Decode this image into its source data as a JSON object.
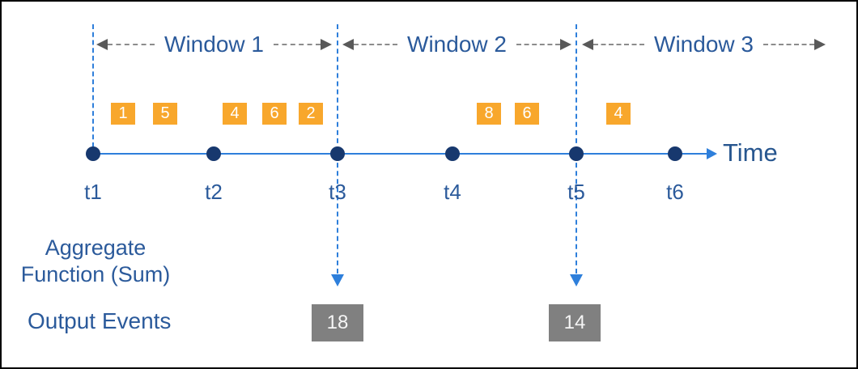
{
  "diagram": {
    "windows": [
      {
        "label": "Window 1"
      },
      {
        "label": "Window 2"
      },
      {
        "label": "Window 3"
      }
    ],
    "time_axis": {
      "label": "Time"
    },
    "ticks": [
      {
        "label": "t1"
      },
      {
        "label": "t2"
      },
      {
        "label": "t3"
      },
      {
        "label": "t4"
      },
      {
        "label": "t5"
      },
      {
        "label": "t6"
      }
    ],
    "events": [
      {
        "value": "1",
        "window": "Window 1"
      },
      {
        "value": "5",
        "window": "Window 1"
      },
      {
        "value": "4",
        "window": "Window 1"
      },
      {
        "value": "6",
        "window": "Window 1"
      },
      {
        "value": "2",
        "window": "Window 1"
      },
      {
        "value": "8",
        "window": "Window 2"
      },
      {
        "value": "6",
        "window": "Window 2"
      },
      {
        "value": "4",
        "window": "Window 3"
      }
    ],
    "labels": {
      "aggregate_line1": "Aggregate",
      "aggregate_line2": "Function (Sum)",
      "output_events": "Output Events"
    },
    "outputs": [
      {
        "value": "18",
        "at_tick": "t3"
      },
      {
        "value": "14",
        "at_tick": "t5"
      }
    ],
    "colors": {
      "event_box_orange": "#F8A72C",
      "output_box_gray": "#808080",
      "timeline_blue": "#2E7FDB",
      "dot_navy": "#17386E",
      "text_navy": "#2B5A9B",
      "arrowhead_gray": "#595959",
      "dash_gray": "#8C8C8C"
    }
  }
}
